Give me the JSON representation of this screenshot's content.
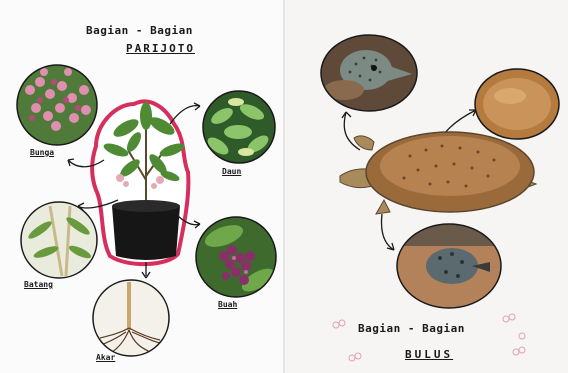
{
  "parijoto": {
    "title_line1": "Bagian - Bagian",
    "title_line2": "PARIJOTO",
    "labels": {
      "flower": "Bunga",
      "leaf": "Daun",
      "stem": "Batang",
      "fruit": "Buah",
      "root": "Akar"
    }
  },
  "bulus": {
    "title_line1": "Bagian - Bagian",
    "title_line2": "BULUS"
  },
  "colors": {
    "ink": "#1a1a1a",
    "pot_outline": "#d62f5e",
    "leaf_green": "#4f8a34",
    "fruit_purple": "#8a2f6a",
    "shell_brown": "#9a6a3a"
  }
}
